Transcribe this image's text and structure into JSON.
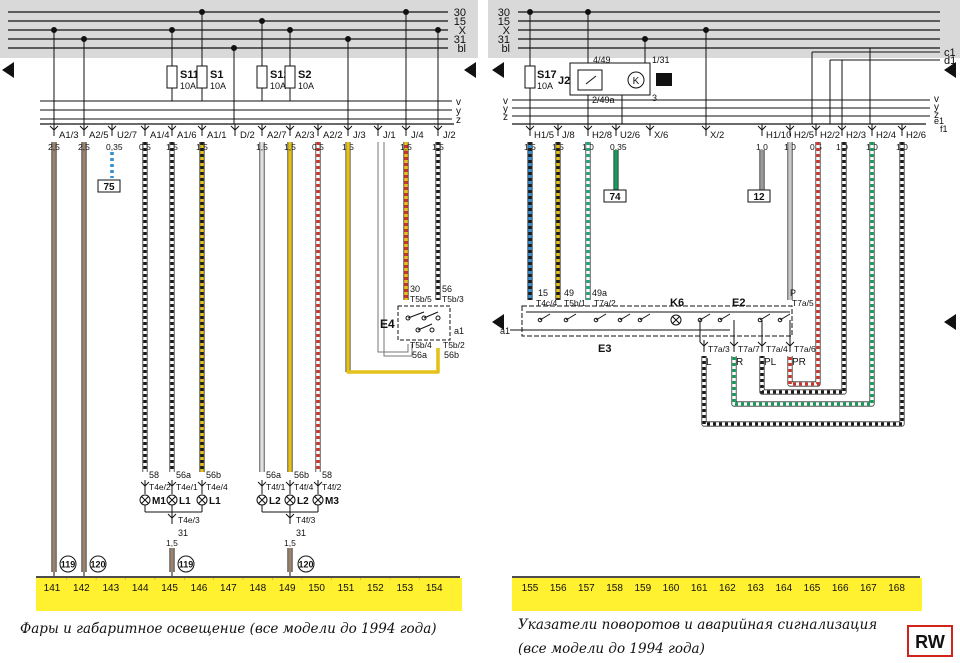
{
  "left": {
    "bus": [
      "30",
      "15",
      "X",
      "31",
      "bl"
    ],
    "inner_bus": [
      "v",
      "y",
      "z"
    ],
    "fuses": [
      {
        "name": "S11",
        "rating": "10A"
      },
      {
        "name": "S1",
        "rating": "10A"
      },
      {
        "name": "S12",
        "rating": "10A"
      },
      {
        "name": "S2",
        "rating": "10A"
      }
    ],
    "connectors": [
      "A1/3",
      "A2/5",
      "U2/7",
      "A1/4",
      "A1/6",
      "A1/1",
      "D/2",
      "A2/7",
      "A2/3",
      "A2/2",
      "J/3",
      "J/1",
      "J/4",
      "J/2"
    ],
    "sizes": [
      "2,5",
      "2,5",
      "0,35",
      "0,5",
      "1,5",
      "1,5",
      "1,5",
      "1,5",
      "0,5",
      "1,5",
      "1,5",
      "1,5"
    ],
    "ref75": "75",
    "switch": {
      "name": "E4",
      "t30": "30",
      "t56": "56",
      "c30": "T5b/5",
      "c56": "T5b/3",
      "c56a": "T5b/4",
      "c56b": "T5b/2",
      "l56a": "56a",
      "l56b": "56b",
      "la1": "a1"
    },
    "terms": [
      "58",
      "56a",
      "56b",
      "56a",
      "56b",
      "58"
    ],
    "term_conns": [
      "T4e/2",
      "T4e/1",
      "T4e/4",
      "T4f/1",
      "T4f/4",
      "T4f/2"
    ],
    "lamps": [
      "M1",
      "L1",
      "L1",
      "L2",
      "L2",
      "M3"
    ],
    "grounds": [
      {
        "conn": "T4e/3",
        "w": "31",
        "s": "1,5"
      },
      {
        "conn": "T4f/3",
        "w": "31",
        "s": "1,5"
      }
    ],
    "circles": [
      "119",
      "120",
      "119",
      "120"
    ],
    "numbers": [
      "141",
      "142",
      "143",
      "144",
      "145",
      "146",
      "147",
      "148",
      "149",
      "150",
      "151",
      "152",
      "153",
      "154"
    ],
    "caption": "Фары и габаритное освещение (все модели до 1994 года)"
  },
  "right": {
    "bus": [
      "30",
      "15",
      "X",
      "31",
      "bl",
      "c1",
      "d1"
    ],
    "inner_bus": [
      "v",
      "y",
      "z",
      "e1",
      "f1"
    ],
    "fuse": {
      "name": "S17",
      "rating": "10A"
    },
    "relay": {
      "name": "J2",
      "t1": "4/49",
      "t2": "1/31",
      "t3": "2/49a",
      "t4": "3",
      "k": "K",
      "ref": "6"
    },
    "connectors": [
      "H1/5",
      "J/8",
      "H2/8",
      "U2/6",
      "X/6",
      "X/2",
      "H1/10",
      "H2/5",
      "H2/2",
      "H2/3",
      "H2/4",
      "H2/6"
    ],
    "sizes": [
      "1,5",
      "1,5",
      "1,0",
      "0,35",
      "1,0",
      "1,0",
      "0,5",
      "1,0",
      "1,0",
      "1,0"
    ],
    "ref74": "74",
    "ref12": "12",
    "switch": {
      "e2": "E2",
      "e3": "E3",
      "k6": "K6",
      "t15": "15",
      "t49": "49",
      "t49a": "49a",
      "tp": "P",
      "c15": "T4c/4",
      "c49": "T5b/1",
      "c49a": "T7a/2",
      "cp": "T7a/5",
      "out_conns": [
        "T7a/3",
        "T7a/7",
        "T7a/4",
        "T7a/6"
      ],
      "out_labels": [
        "L",
        "R",
        "PL",
        "PR"
      ],
      "la1": "a1"
    },
    "numbers": [
      "155",
      "156",
      "157",
      "158",
      "159",
      "160",
      "161",
      "162",
      "163",
      "164",
      "165",
      "166",
      "167",
      "168"
    ],
    "caption1": "Указатели поворотов и аварийная сигнализация",
    "caption2": "(все модели до 1994 года)",
    "logo": "RW"
  }
}
